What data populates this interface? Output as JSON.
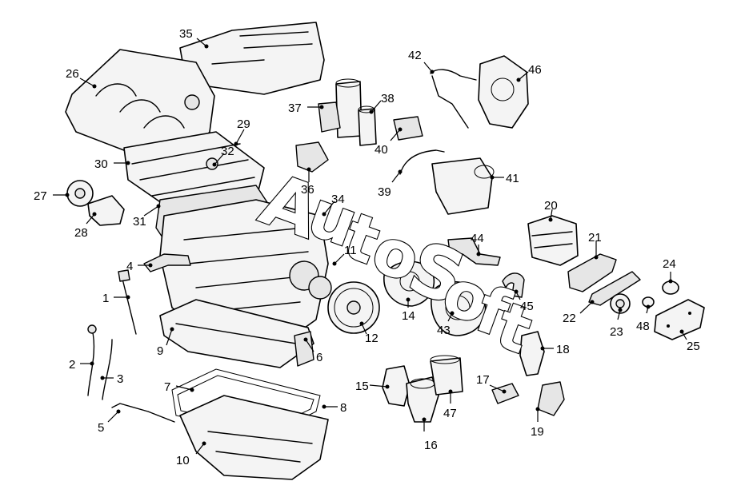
{
  "watermark": {
    "letters": [
      "A",
      "u",
      "t",
      "o",
      "S",
      "o",
      "f",
      "t"
    ]
  },
  "callouts": {
    "c1": "1",
    "c2": "2",
    "c3": "3",
    "c4": "4",
    "c5": "5",
    "c6": "6",
    "c7": "7",
    "c8": "8",
    "c9": "9",
    "c10": "10",
    "c11": "11",
    "c12": "12",
    "c14": "14",
    "c15": "15",
    "c16": "16",
    "c17": "17",
    "c18": "18",
    "c19": "19",
    "c20": "20",
    "c21": "21",
    "c22": "22",
    "c23": "23",
    "c24": "24",
    "c25": "25",
    "c26": "26",
    "c27": "27",
    "c28": "28",
    "c29": "29",
    "c30": "30",
    "c31": "31",
    "c32": "32",
    "c34": "34",
    "c35": "35",
    "c36": "36",
    "c37": "37",
    "c38": "38",
    "c39": "39",
    "c40": "40",
    "c41": "41",
    "c42": "42",
    "c43": "43",
    "c44": "44",
    "c45": "45",
    "c46": "46",
    "c47": "47",
    "c48": "48"
  }
}
